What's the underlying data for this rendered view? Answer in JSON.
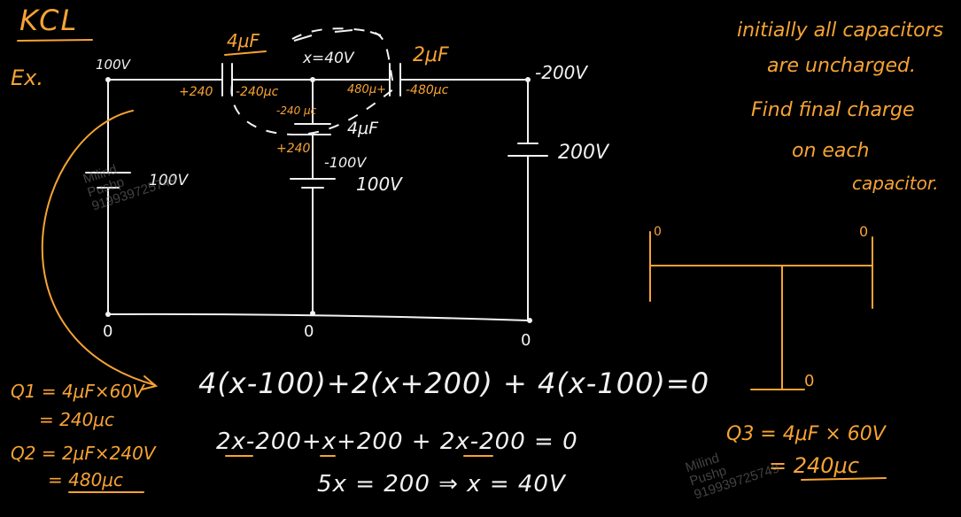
{
  "title": "KCL",
  "example_label": "Ex.",
  "problem": {
    "line1": "initially all capacitors",
    "line2": "are uncharged.",
    "line3": "Find final charge",
    "line4": "on each",
    "line5": "capacitor."
  },
  "circuit": {
    "cap_top_left_label": "4μF",
    "cap_top_right_label": "2μF",
    "cap_middle_label": "4μF",
    "node_voltage": "x=40V",
    "left_node_voltage": "100V",
    "right_node_voltage": "-200V",
    "battery_left_label": "100V",
    "battery_middle_label": "100V",
    "battery_middle_node": "-100V",
    "battery_right_label": "200V",
    "ground_left": "0",
    "ground_middle": "0",
    "ground_right": "0",
    "charge_c1_left_plate": "+240",
    "charge_c1_right_plate": "-240μc",
    "charge_c2_left_plate": "480μ+",
    "charge_c2_right_plate": "-480μc",
    "charge_c3_top_plate": "-240 μc",
    "charge_c3_bottom_plate": "+240"
  },
  "equations": {
    "kcl_main": "4(x-100)+2(x+200) + 4(x-100)=0",
    "expanded": "2x-200+x+200 + 2x-200 = 0",
    "solved": "5x = 200 ⇒ x = 40V"
  },
  "charges": {
    "q1_line1": "Q1 = 4μF×60V",
    "q1_line2": "= 240μc",
    "q2_line1": "Q2 = 2μF×240V",
    "q2_line2": "= 480μc",
    "q3_line1": "Q3 = 4μF × 60V",
    "q3_line2": "= 240μc"
  },
  "side_sketch": {
    "left_node": "0",
    "right_node": "0",
    "bottom_node": "0"
  },
  "watermark": {
    "line1": "Milind",
    "line2": "Pushp",
    "line3": "919939725749"
  },
  "colors": {
    "background": "#000000",
    "ink_white": "#f2f2f2",
    "ink_orange": "#f7a334"
  }
}
